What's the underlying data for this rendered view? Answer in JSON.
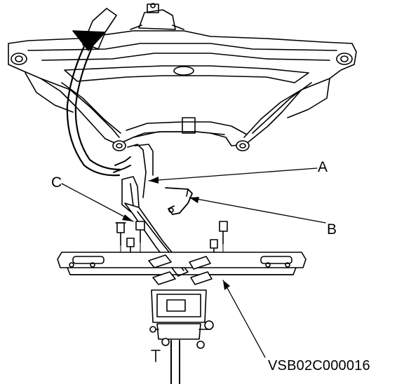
{
  "callouts": {
    "a": "A",
    "b": "B",
    "c": "C"
  },
  "figure_code": "VSB02C000016",
  "colors": {
    "ink": "#000000",
    "paper": "#ffffff"
  }
}
